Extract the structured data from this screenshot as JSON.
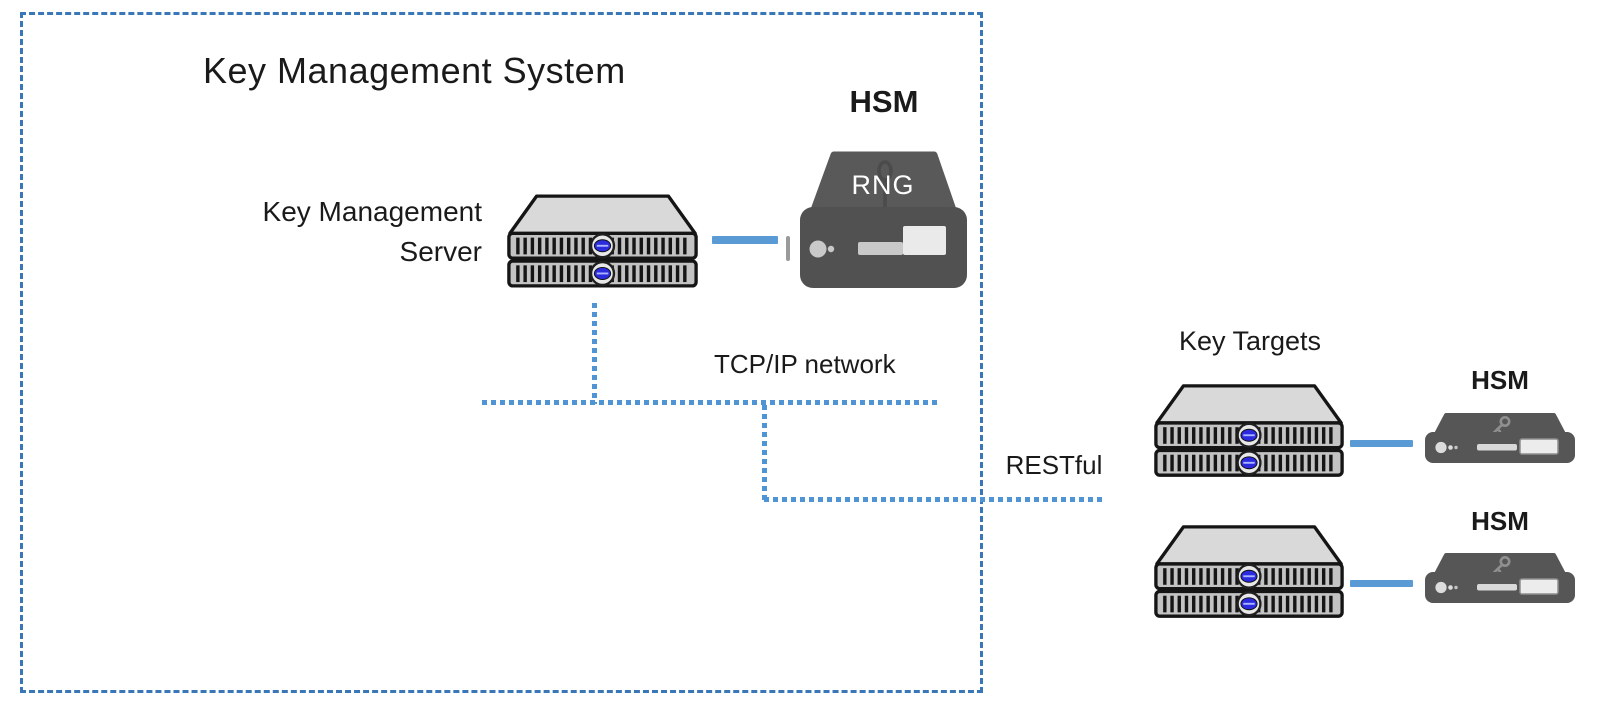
{
  "kms": {
    "title": "Key Management System",
    "server_label": [
      "Key Management",
      "Server"
    ],
    "hsm_title": "HSM",
    "rng_label": "RNG"
  },
  "network": {
    "tcpip_label": "TCP/IP network",
    "restful_label": "RESTful"
  },
  "key_targets": {
    "title": "Key Targets",
    "groups": [
      {
        "hsm_label": "HSM"
      },
      {
        "hsm_label": "HSM"
      }
    ]
  },
  "icons": {
    "server_stack": "server-stack-icon",
    "hsm_appliance": "hsm-appliance-icon",
    "hsm_module": "hsm-module-icon",
    "key_glyph": "key-icon"
  },
  "colors": {
    "dashed_border_blue": "#3a77b8",
    "dotted_line_blue": "#4f94d4",
    "connector_blue": "#5b9bd5",
    "server_top_gray": "#d9d9d9",
    "server_body_gray": "#c3c3c3",
    "hsm_dark_gray": "#565656",
    "text_black": "#1a1a1a",
    "rng_text_white": "#ffffff",
    "server_led_blue": "#2b2bdd"
  }
}
